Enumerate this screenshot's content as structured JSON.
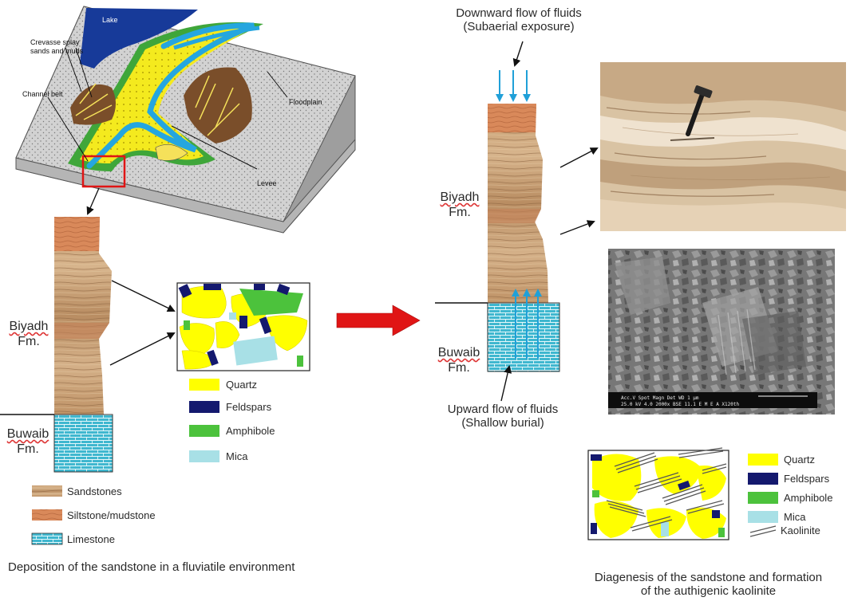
{
  "block_diagram": {
    "lake": "Lake",
    "crevasse_line1": "Crevasse splay",
    "crevasse_line2": "sands and muds",
    "channel_belt": "Channel belt",
    "floodplain": "Floodplain",
    "levee": "Levee"
  },
  "left_column": {
    "biyadh_line1": "Biyadh",
    "biyadh_line2": "Fm.",
    "buwaib_line1": "Buwaib",
    "buwaib_line2": "Fm."
  },
  "left_legend": {
    "quartz": "Quartz",
    "feldspars": "Feldspars",
    "amphibole": "Amphibole",
    "mica": "Mica"
  },
  "lithology_legend": {
    "sandstones": "Sandstones",
    "siltstone": "Siltstone/mudstone",
    "limestone": "Limestone"
  },
  "left_caption": "Deposition of the sandstone in a fluviatile environment",
  "right_column": {
    "downward_line1": "Downward flow of fluids",
    "downward_line2": "(Subaerial exposure)",
    "biyadh_line1": "Biyadh",
    "biyadh_line2": "Fm.",
    "buwaib_line1": "Buwaib",
    "buwaib_line2": "Fm.",
    "upward_line1": "Upward flow of fluids",
    "upward_line2": "(Shallow burial)"
  },
  "right_legend": {
    "quartz": "Quartz",
    "feldspars": "Feldspars",
    "amphibole": "Amphibole",
    "mica": "Mica",
    "kaolinite": "Kaolinite"
  },
  "right_caption_line1": "Diagenesis of the sandstone and formation",
  "right_caption_line2": "of the authigenic kaolinite",
  "colors": {
    "quartz": "#ffff00",
    "feldspars": "#14196e",
    "amphibole": "#4cc23c",
    "mica": "#a8e0e6",
    "limestone": "#3fb7cf",
    "sandstone": "#c8a076",
    "siltstone": "#d88a5c",
    "river": "#25a6df",
    "lake": "#173a99",
    "arrow_red": "#e01515",
    "fluid_arrow": "#20a0d8"
  },
  "icons": [
    "red-arrow-icon",
    "fluid-arrow-icon",
    "hammer-icon"
  ]
}
